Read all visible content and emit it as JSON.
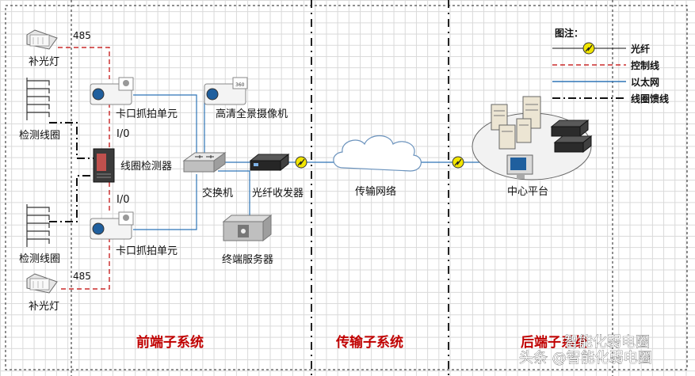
{
  "labels": {
    "fill_light_top": "补光灯",
    "rs485_top": "485",
    "detect_coil_top": "检测线圈",
    "capture_unit_top": "卡口抓拍单元",
    "io_top": "I/0",
    "hd_camera": "高清全景摄像机",
    "coil_detector": "线圈检测器",
    "switch": "交换机",
    "fiber_transceiver": "光纤收发器",
    "io_bottom": "I/0",
    "detect_coil_bottom": "检测线圈",
    "capture_unit_bottom": "卡口抓拍单元",
    "terminal_server": "终端服务器",
    "rs485_bottom": "485",
    "fill_light_bottom": "补光灯",
    "transport_network": "传输网络",
    "center_platform": "中心平台"
  },
  "sections": {
    "front": "前端子系统",
    "transport": "传输子系统",
    "backend": "后端子系统"
  },
  "legend": {
    "title": "图注：",
    "fiber": "光纤",
    "control": "控制线",
    "ethernet": "以太网",
    "coil_feeder": "线圈馈线"
  },
  "watermark": {
    "line1": "智能化弱电圈",
    "line2": "头条 @智能化弱电圈"
  },
  "colors": {
    "ethernet": "#2e75b6",
    "control": "#c00000",
    "section_text": "#c00000",
    "fiber_badge": "#f2e600"
  }
}
